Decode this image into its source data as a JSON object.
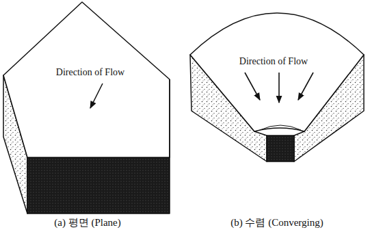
{
  "diagram": {
    "labels": [
      "Direction of Flow",
      "Direction of Flow",
      "(a) 평면 (Plane)",
      "(b) 수렴 (Converging)"
    ]
  }
}
